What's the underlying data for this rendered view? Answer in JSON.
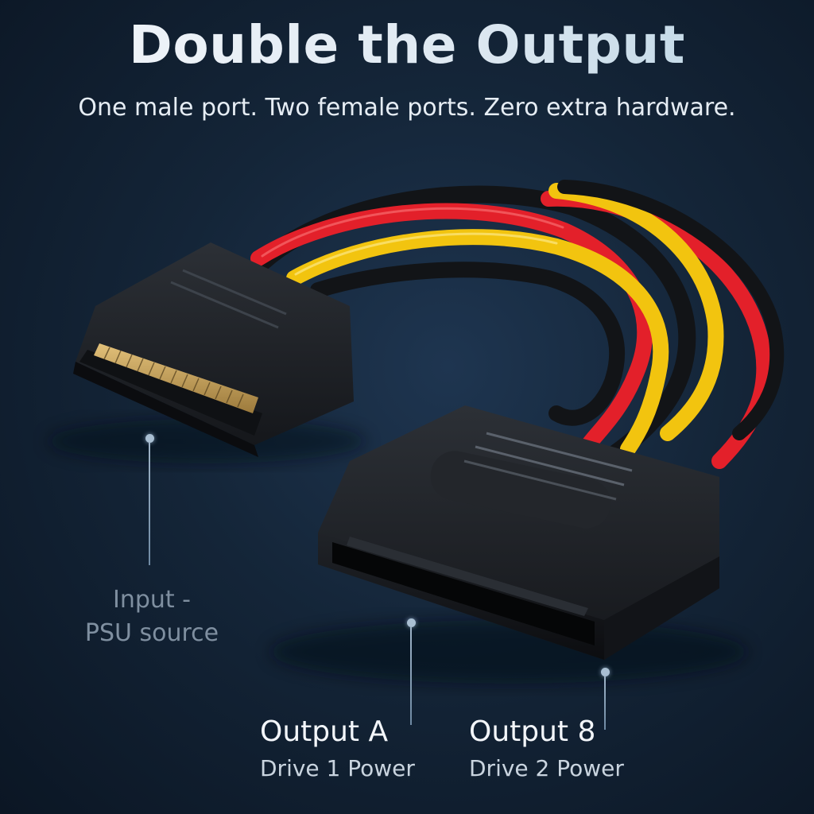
{
  "header": {
    "title": "Double the Output",
    "subtitle": "One male port. Two female ports. Zero extra hardware."
  },
  "callouts": {
    "input": {
      "line1": "Input -",
      "line2": "PSU source"
    },
    "output_a": {
      "title": "Output A",
      "subtitle": "Drive 1 Power"
    },
    "output_b": {
      "title": "Output 8",
      "subtitle": "Drive 2 Power"
    }
  },
  "colors": {
    "background": "#142538",
    "wire_red": "#e3202a",
    "wire_yellow": "#f2c40f",
    "wire_black": "#121417",
    "connector": "#1c1f24",
    "pins": "#c9a45a"
  }
}
